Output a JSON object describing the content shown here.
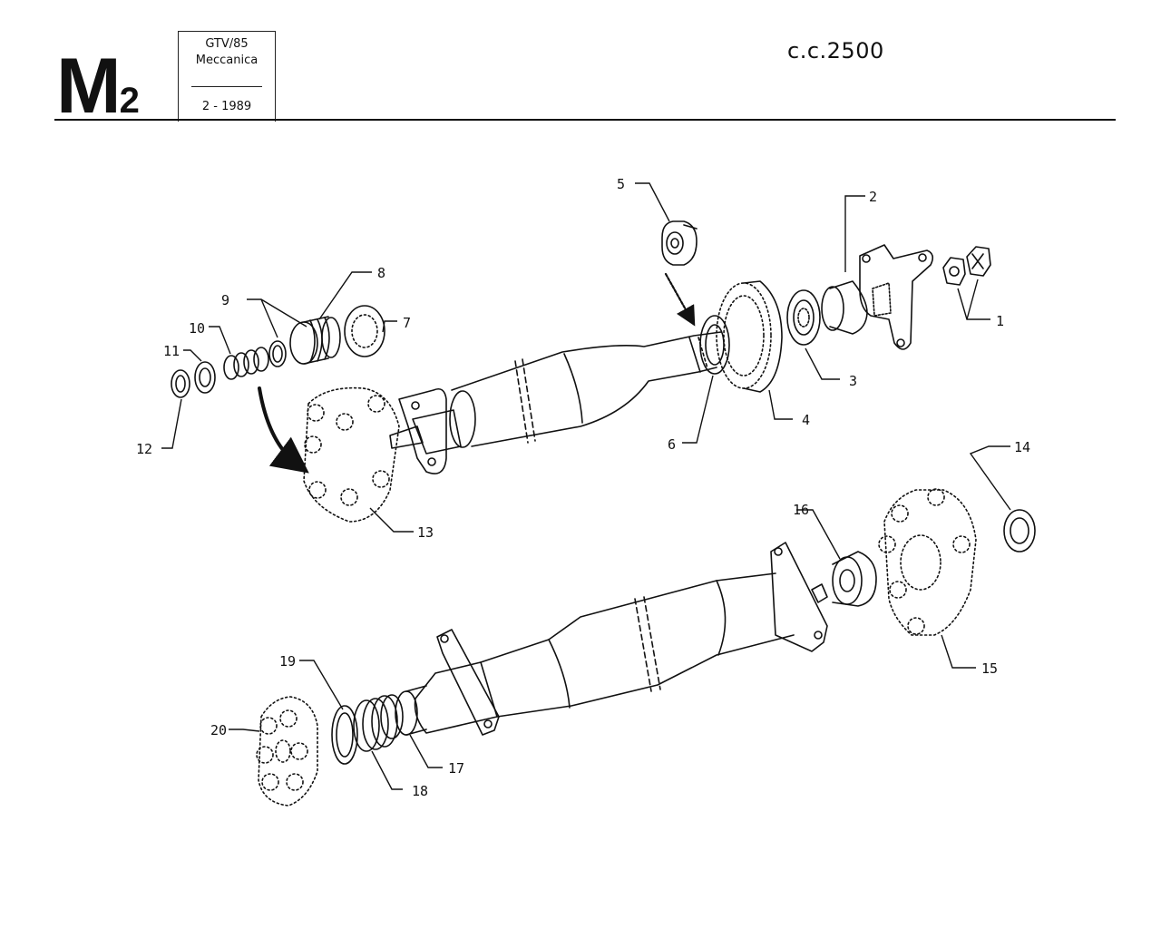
{
  "header": {
    "section_letter": "M",
    "section_number": "2",
    "model": "GTV/85",
    "category": "Meccanica",
    "date": "2 - 1989",
    "displacement": "c.c.2500"
  },
  "callouts": {
    "c1": "1",
    "c2": "2",
    "c3": "3",
    "c4": "4",
    "c5": "5",
    "c6": "6",
    "c7": "7",
    "c8": "8",
    "c9": "9",
    "c10": "10",
    "c11": "11",
    "c12": "12",
    "c13": "13",
    "c14": "14",
    "c15": "15",
    "c16": "16",
    "c17": "17",
    "c18": "18",
    "c19": "19",
    "c20": "20"
  }
}
